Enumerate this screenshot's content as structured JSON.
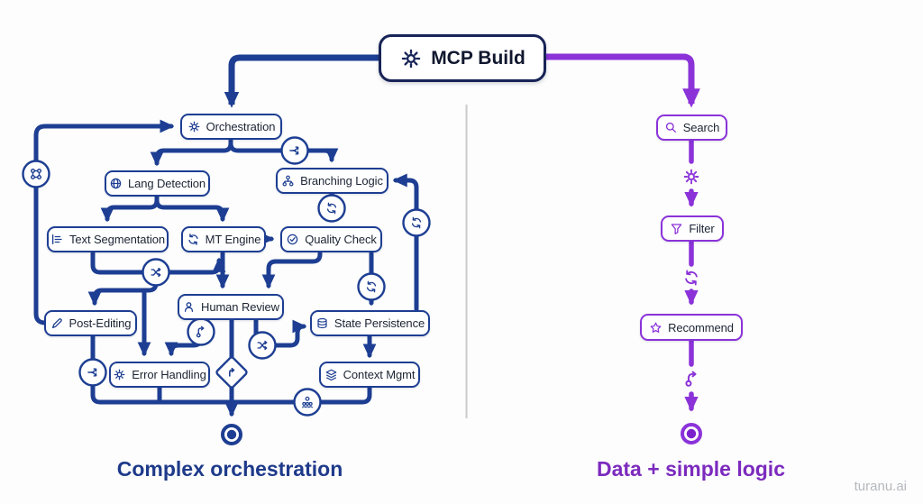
{
  "mcp": {
    "title": "MCP Build",
    "icon": "gear-icon"
  },
  "left": {
    "caption": "Complex orchestration",
    "color": "#1d3e92",
    "caption_color": "#1e3a8a",
    "nodes": [
      {
        "id": "orchestration",
        "label": "Orchestration",
        "icon": "gear-icon"
      },
      {
        "id": "lang-detection",
        "label": "Lang Detection",
        "icon": "globe-icon"
      },
      {
        "id": "branching-logic",
        "label": "Branching Logic",
        "icon": "tree-icon"
      },
      {
        "id": "text-segmentation",
        "label": "Text Segmentation",
        "icon": "document-lines-icon"
      },
      {
        "id": "mt-engine",
        "label": "MT Engine",
        "icon": "refresh-icon"
      },
      {
        "id": "quality-check",
        "label": "Quality Check",
        "icon": "check-circle-icon"
      },
      {
        "id": "human-review",
        "label": "Human Review",
        "icon": "person-icon"
      },
      {
        "id": "state-persistence",
        "label": "State Persistence",
        "icon": "database-icon"
      },
      {
        "id": "post-editing",
        "label": "Post-Editing",
        "icon": "pencil-icon"
      },
      {
        "id": "error-handling",
        "label": "Error Handling",
        "icon": "gear-icon"
      },
      {
        "id": "context-mgmt",
        "label": "Context Mgmt",
        "icon": "layers-icon"
      }
    ],
    "edge_icons": [
      "workflow-icon",
      "split-arrows-icon",
      "refresh-icon",
      "refresh-icon",
      "shuffle-icon",
      "refresh-icon",
      "git-branch-icon",
      "shuffle-icon",
      "split-arrows-icon",
      "decision-arrow-icon",
      "team-icon"
    ]
  },
  "right": {
    "caption": "Data + simple logic",
    "color": "#8b33d9",
    "caption_color": "#7c2abe",
    "nodes": [
      {
        "id": "search",
        "label": "Search",
        "icon": "search-icon"
      },
      {
        "id": "filter",
        "label": "Filter",
        "icon": "filter-icon"
      },
      {
        "id": "recommend",
        "label": "Recommend",
        "icon": "star-icon"
      }
    ],
    "edge_icons": [
      "gear-icon",
      "refresh-icon",
      "git-merge-icon"
    ]
  },
  "divider_color": "#cbcbcb",
  "watermark": "turanu.ai"
}
